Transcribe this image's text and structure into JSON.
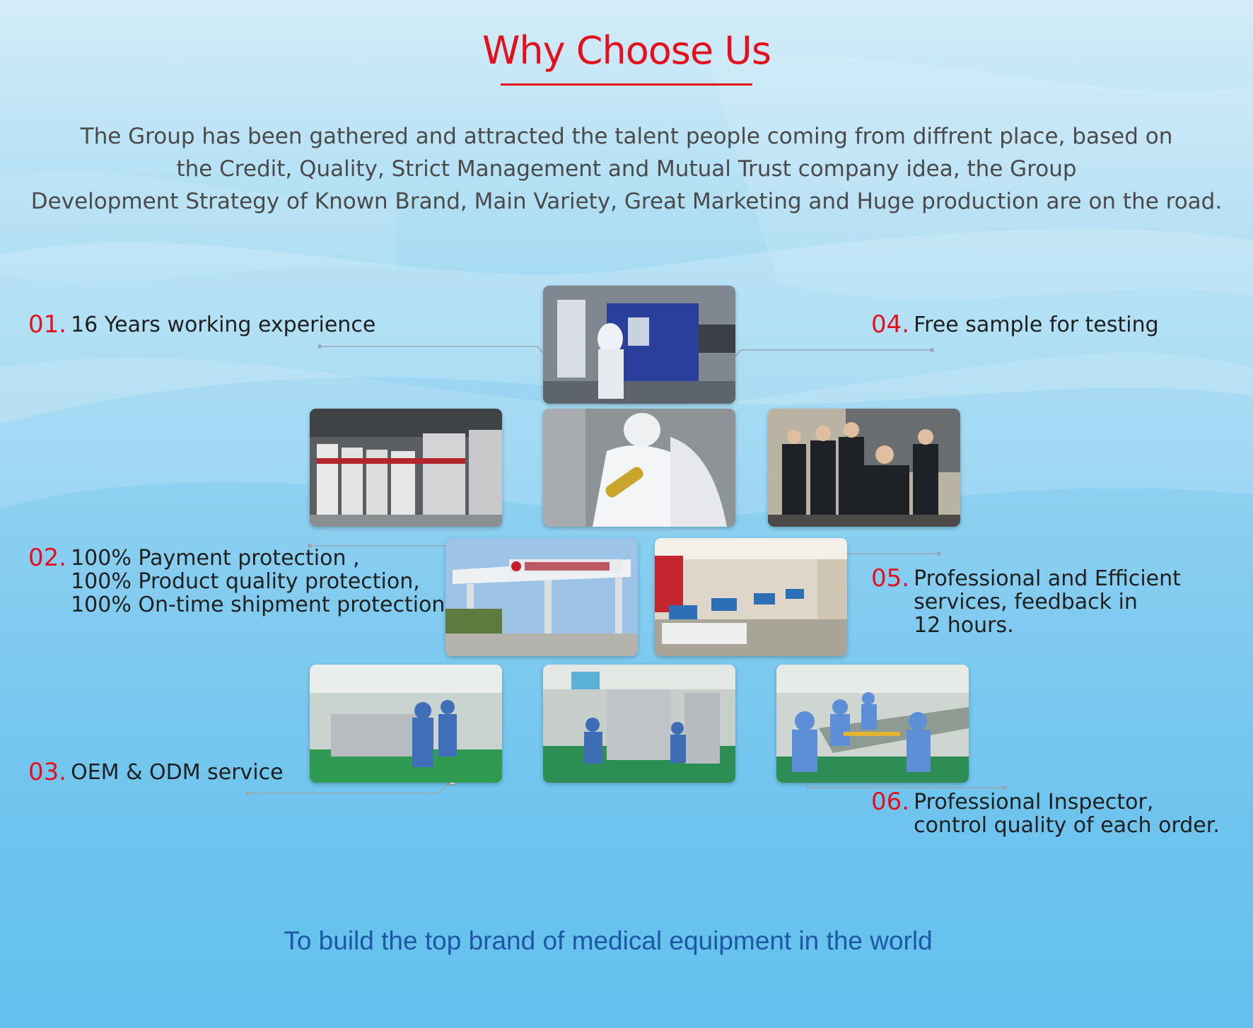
{
  "header": {
    "title": "Why Choose Us",
    "intro_lines": [
      "The Group has been gathered and attracted the talent people coming from diffrent place, based on",
      "the Credit, Quality, Strict Management and Mutual Trust company idea, the Group",
      "Development Strategy of Known Brand, Main Variety, Great Marketing and Huge production are on the road."
    ]
  },
  "features": [
    {
      "num": "01.",
      "lines": [
        "16 Years working experience"
      ]
    },
    {
      "num": "02.",
      "lines": [
        "100% Payment protection ,",
        "100% Product quality protection,",
        "100% On-time shipment protection"
      ]
    },
    {
      "num": "03.",
      "lines": [
        "OEM & ODM service"
      ]
    },
    {
      "num": "04.",
      "lines": [
        "Free sample for testing"
      ]
    },
    {
      "num": "05.",
      "lines": [
        "Professional and Efficient",
        "services, feedback in",
        "12 hours."
      ]
    },
    {
      "num": "06.",
      "lines": [
        "Professional Inspector,",
        "control quality of each order."
      ]
    }
  ],
  "photos": [
    {
      "name": "injection-molding-machine-photo"
    },
    {
      "name": "printing-machines-photo"
    },
    {
      "name": "lab-worker-photo"
    },
    {
      "name": "management-team-photo"
    },
    {
      "name": "company-gate-photo"
    },
    {
      "name": "office-workspace-photo"
    },
    {
      "name": "cleanroom-production-photo"
    },
    {
      "name": "packaging-machines-photo"
    },
    {
      "name": "assembly-line-photo"
    }
  ],
  "footer": {
    "slogan": "To build the top brand of medical equipment in the world"
  },
  "colors": {
    "accent": "#e4101d",
    "slogan": "#1d58a6",
    "text": "#4a4a4a"
  }
}
